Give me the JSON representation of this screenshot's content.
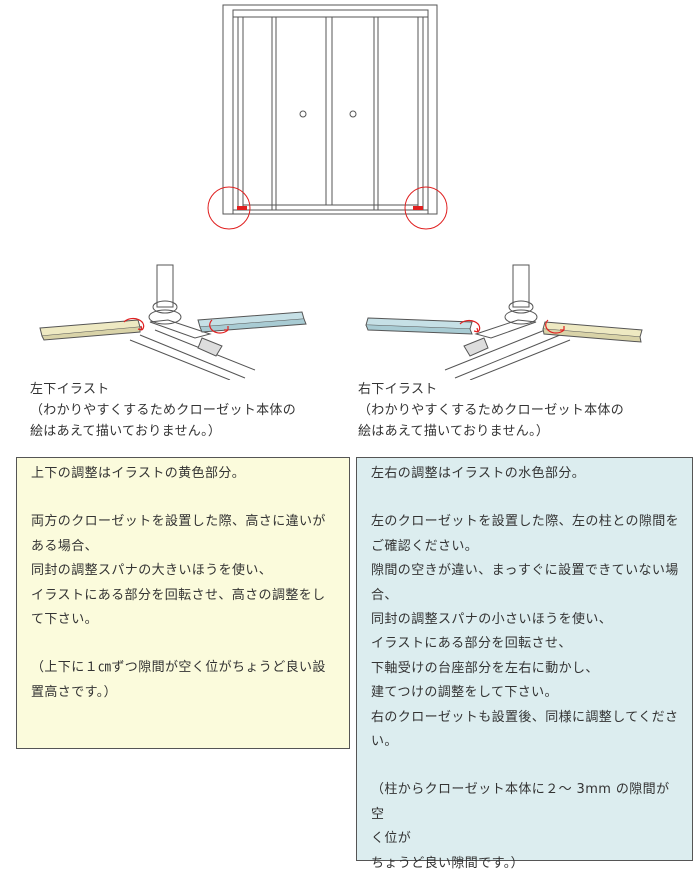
{
  "colors": {
    "yellow_panel": "#fbfbdc",
    "blue_panel": "#dcedef",
    "yellow_part": "#eee9c2",
    "blue_part": "#c6e0e6",
    "marker_red": "#e02020",
    "text": "#333333",
    "line": "#555555"
  },
  "left_illustration": {
    "title": "左下イラスト",
    "note_lines": [
      "（わかりやすくするためクローゼット本体の",
      "絵はあえて描いておりません。）"
    ]
  },
  "right_illustration": {
    "title": "右下イラスト",
    "note_lines": [
      "（わかりやすくするためクローゼット本体の",
      "絵はあえて描いておりません。）"
    ]
  },
  "left_panel": {
    "paragraphs": [
      [
        "上下の調整はイラストの黄色部分。"
      ],
      [
        "両方のクローゼットを設置した際、高さに違いが",
        "ある場合、",
        "同封の調整スパナの大きいほうを使い、",
        "イラストにある部分を回転させ、高さの調整をし",
        "て下さい。"
      ],
      [
        "（上下に１㎝ずつ隙間が空く位がちょうど良い設",
        "置高さです。）"
      ]
    ]
  },
  "right_panel": {
    "paragraphs": [
      [
        "左右の調整はイラストの水色部分。"
      ],
      [
        "左のクローゼットを設置した際、左の柱との隙間を",
        "ご確認ください。",
        "隙間の空きが違い、まっすぐに設置できていない場",
        "合、",
        "同封の調整スパナの小さいほうを使い、",
        "イラストにある部分を回転させ、",
        "下軸受けの台座部分を左右に動かし、",
        "建てつけの調整をして下さい。",
        "右のクローゼットも設置後、同様に調整してくださ",
        "い。"
      ],
      [
        "（柱からクローゼット本体に２～ 3mm の隙間が空",
        "く位が",
        "ちょうど良い隙間です。）"
      ]
    ]
  }
}
